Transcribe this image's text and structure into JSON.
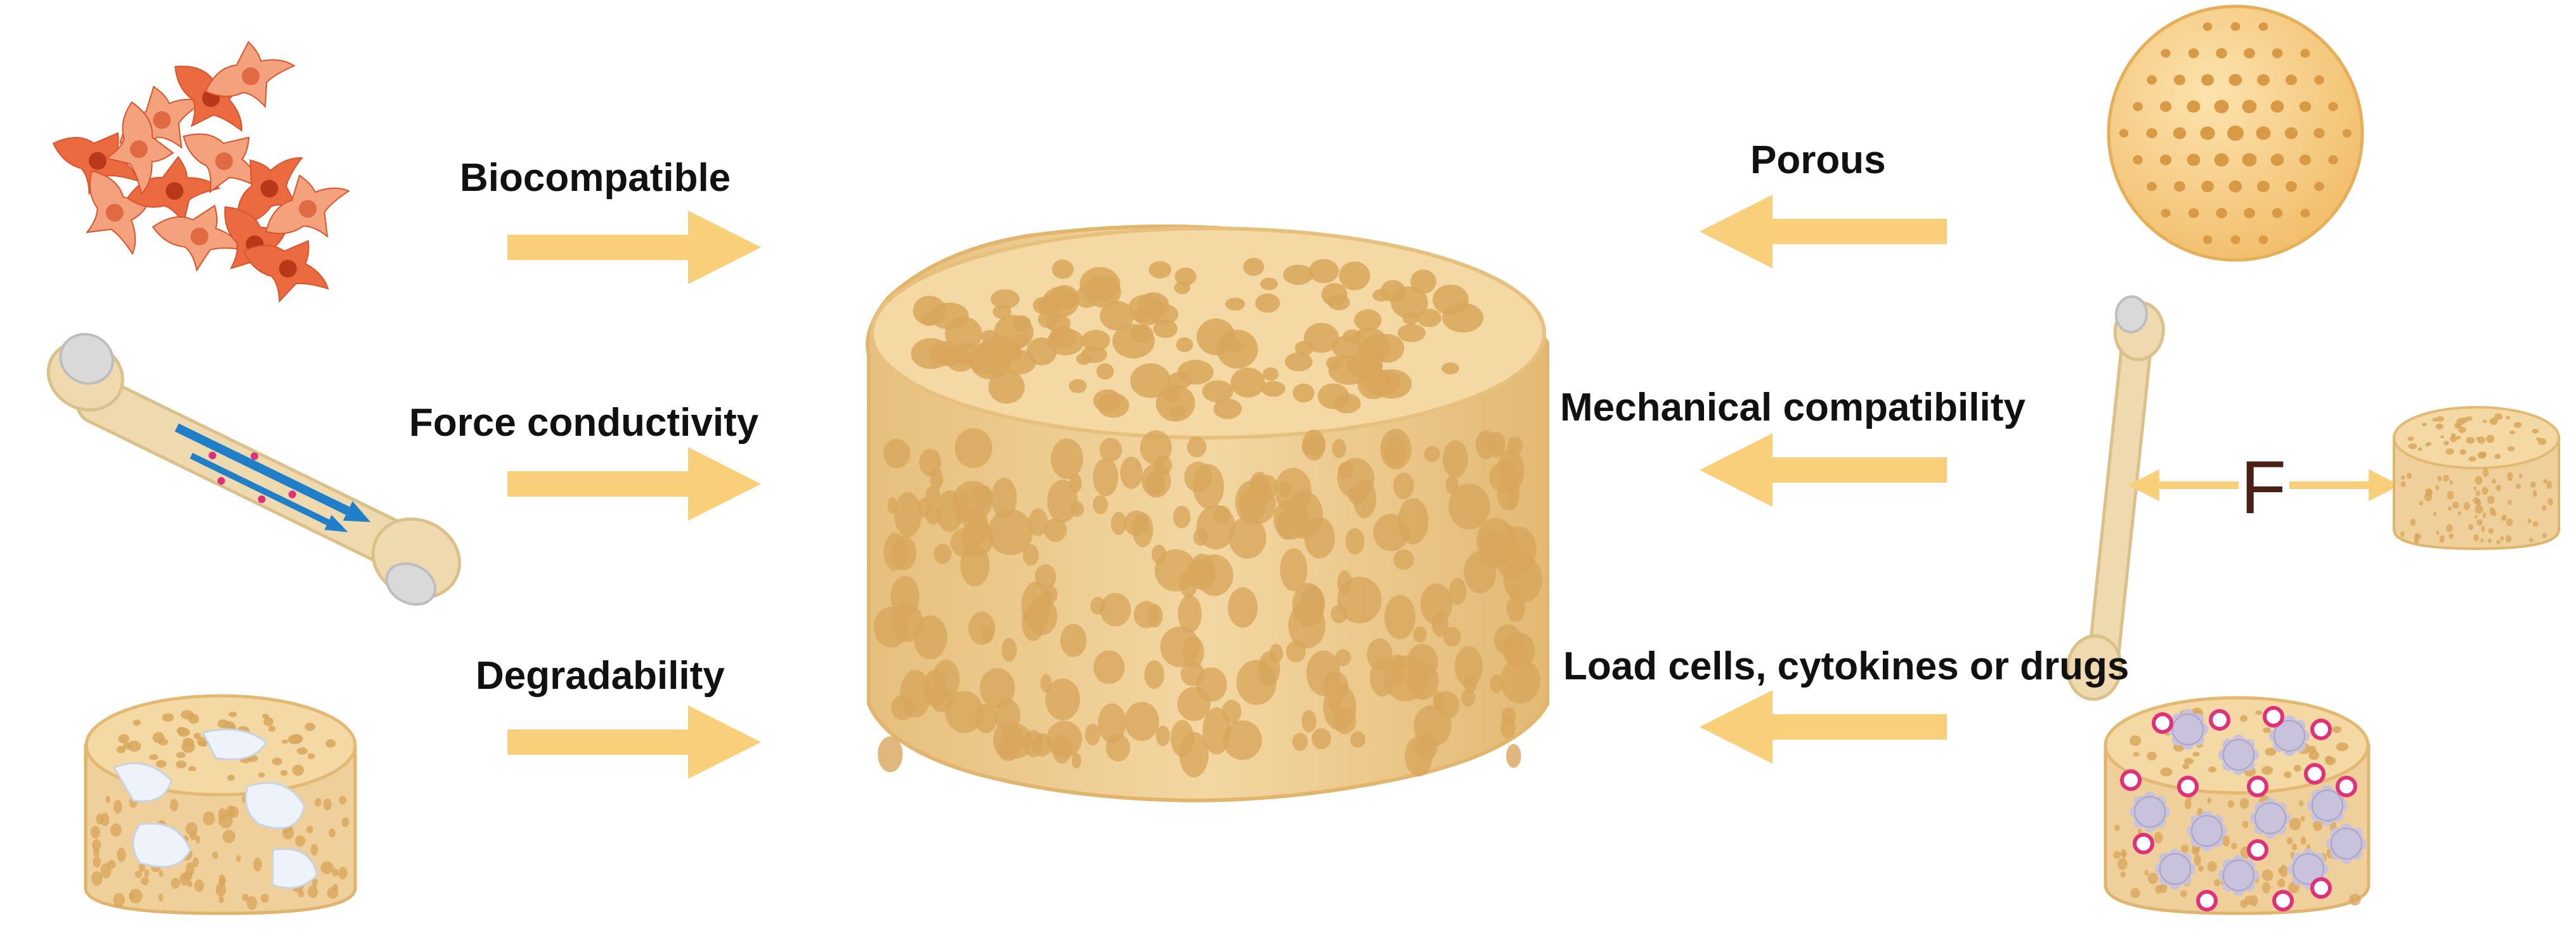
{
  "labels": {
    "biocompatible": "Biocompatible",
    "force_conductivity": "Force conductivity",
    "degradability": "Degradability",
    "porous": "Porous",
    "mechanical_compatibility": "Mechanical compatibility",
    "load_cells": "Load cells, cytokines or drugs",
    "force_symbol": "F"
  },
  "colors": {
    "arrow": "#f9cf7a",
    "scaffold_fill": "#f1d29a",
    "scaffold_side": "#e9c482",
    "pore": "#d8a65c",
    "sphere": "#f7cf86",
    "sphere_dot": "#d99a45",
    "cell": "#ef7f5a",
    "bone": "#efd9ae",
    "bone_head": "#d9d9d9",
    "flow_arrow": "#1f7fc8",
    "drug_ring": "#e0307a",
    "cytokine": "#c8c2dc"
  },
  "icons": {
    "cells": "cells-icon",
    "bone_left": "bone-force-flow-icon",
    "degrading_scaffold": "degrading-scaffold-icon",
    "porous_sphere": "porous-sphere-icon",
    "bone_right": "bone-icon",
    "small_scaffold": "small-scaffold-icon",
    "loaded_scaffold": "loaded-scaffold-icon",
    "central_scaffold": "central-scaffold-icon"
  }
}
